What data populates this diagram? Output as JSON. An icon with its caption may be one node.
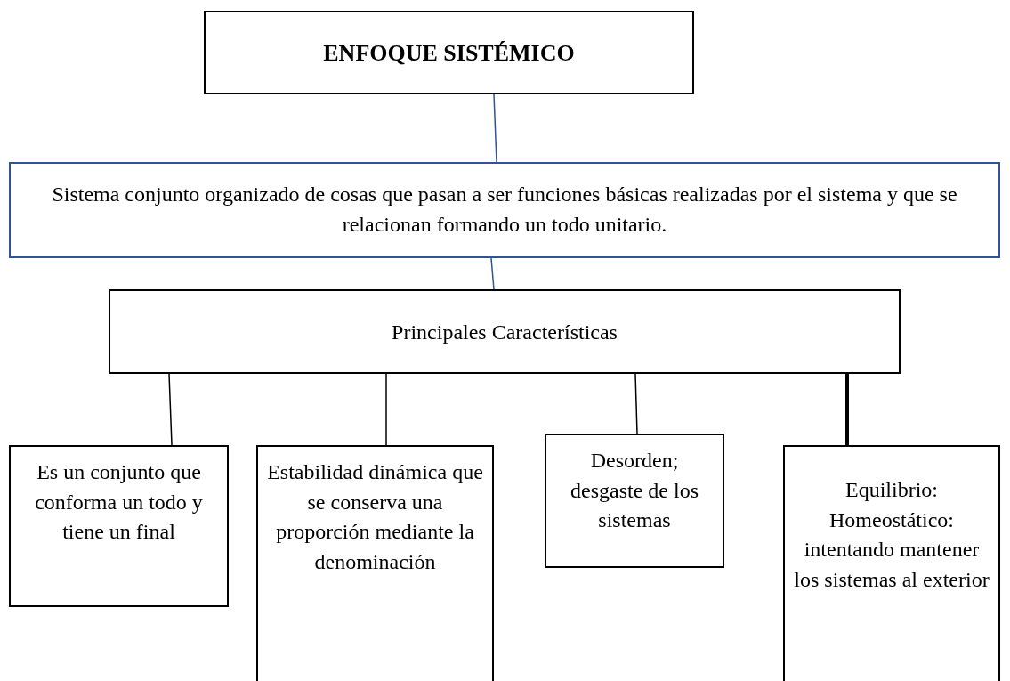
{
  "diagram": {
    "nodes": [
      {
        "text": [
          "ENFOQUE SISTÉMICO"
        ]
      },
      {
        "text": [
          "Sistema conjunto organizado de cosas que pasan a ser funciones básicas realizadas por el sistema y que se relacionan formando un todo unitario."
        ]
      },
      {
        "text": [
          "Principales Características"
        ]
      },
      {
        "text": [
          "Es un conjunto que conforma un todo y tiene un final"
        ]
      },
      {
        "text": [
          "Estabilidad dinámica que se conserva una proporción mediante la denominación"
        ]
      },
      {
        "text": [
          "Desorden; desgaste de los sistemas"
        ]
      },
      {
        "text": [
          "Equilibrio: Homeostático: intentando mantener los sistemas al exterior"
        ]
      }
    ],
    "edges": [
      {
        "from": 0,
        "to": 1,
        "arrow": "none",
        "color": "#2f5496"
      },
      {
        "from": 1,
        "to": 2,
        "arrow": "none",
        "color": "#2f5496"
      },
      {
        "from": 2,
        "to": 3,
        "arrow": "none"
      },
      {
        "from": 2,
        "to": 4,
        "arrow": "none"
      },
      {
        "from": 2,
        "to": 5,
        "arrow": "none"
      },
      {
        "from": 2,
        "to": 6,
        "arrow": "none",
        "style": "thick"
      }
    ]
  }
}
